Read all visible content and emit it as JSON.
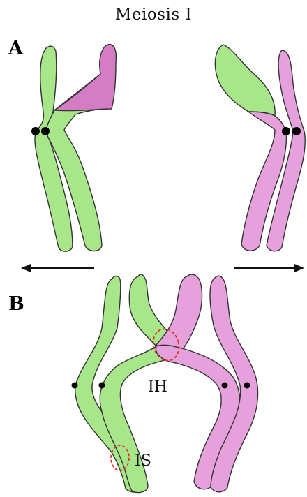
{
  "title": "Meiosis I",
  "panels": [
    {
      "id": "A",
      "label": "A"
    },
    {
      "id": "B",
      "label": "B"
    }
  ],
  "annotations": {
    "ih": "IH",
    "is": "IS"
  },
  "colors": {
    "green": "#a8e68a",
    "pink": "#e6a0dc",
    "dark_pink": "#d47cc4",
    "circle": "#e03030",
    "outline": "#333333"
  },
  "icons": [
    "arrow-left-icon",
    "arrow-right-icon",
    "centromere-dot"
  ]
}
